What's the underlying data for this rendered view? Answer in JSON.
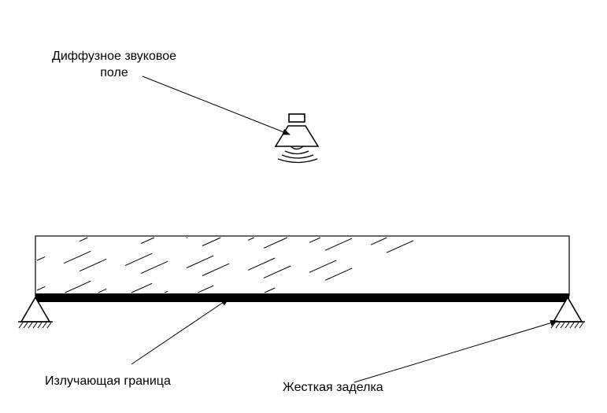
{
  "labels": {
    "diffuse_field_line1": "Диффузное звуковое",
    "diffuse_field_line2": "поле",
    "radiating_boundary": "Излучающая граница",
    "rigid_clamp": "Жесткая заделка"
  },
  "colors": {
    "stroke": "#000000",
    "background": "#ffffff"
  },
  "icons": {
    "source": "loudspeaker-icon",
    "support_left": "triangle-support-icon",
    "support_right": "triangle-support-icon"
  }
}
